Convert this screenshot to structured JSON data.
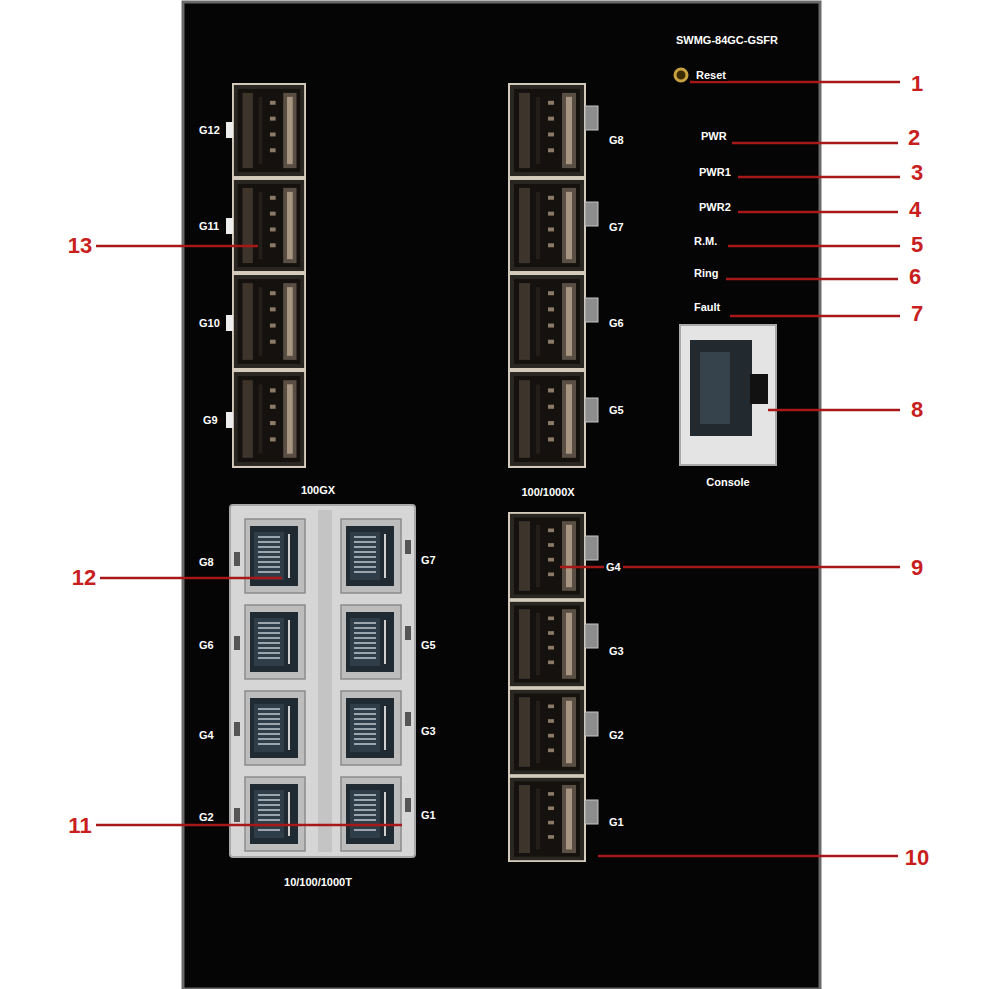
{
  "diagram": {
    "labels": [
      "SWMG-84GC-GSFR",
      "Reset",
      "1",
      "PWR",
      "2",
      "PWR1",
      "3",
      "PWR2",
      "4",
      "R.M.",
      "5",
      "Ring",
      "6",
      "Fault",
      "7",
      "G12",
      "G8",
      "13",
      "G11",
      "G7",
      "G10",
      "G6",
      "G9",
      "G5",
      "Console",
      "8",
      "100GX",
      "100/1000X",
      "G8",
      "G7",
      "12",
      "G4",
      "9",
      "G6",
      "G5",
      "G3",
      "G4",
      "G3",
      "G2",
      "11",
      "G2",
      "G1",
      "G1",
      "10",
      "10/100/1000T"
    ]
  }
}
